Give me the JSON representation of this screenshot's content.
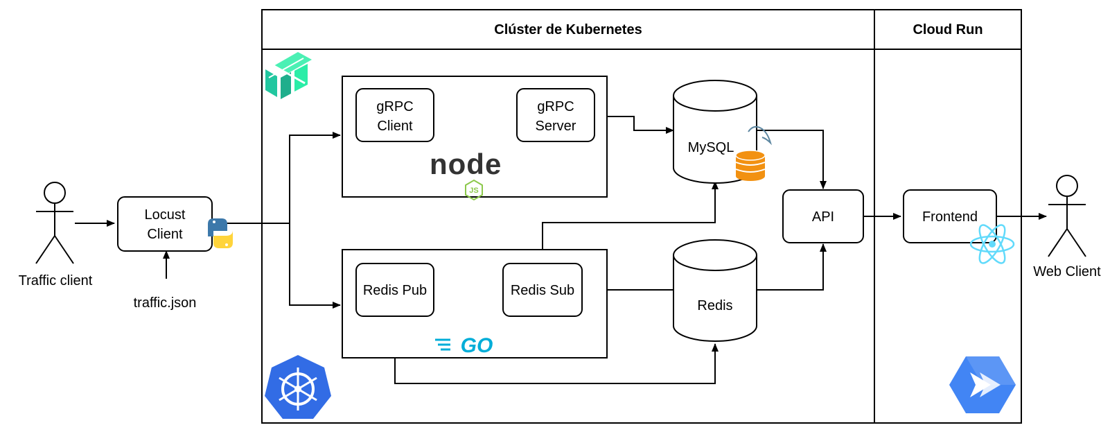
{
  "headers": {
    "kubernetes": "Clúster de Kubernetes",
    "cloud_run": "Cloud Run"
  },
  "actors": {
    "traffic_client": "Traffic client",
    "web_client": "Web Client"
  },
  "file_label": "traffic.json",
  "nodes": {
    "locust_line1": "Locust",
    "locust_line2": "Client",
    "grpc_client_line1": "gRPC",
    "grpc_client_line2": "Client",
    "grpc_server_line1": "gRPC",
    "grpc_server_line2": "Server",
    "mysql": "MySQL",
    "api": "API",
    "frontend": "Frontend",
    "redis_pub": "Redis Pub",
    "redis_sub": "Redis Sub",
    "redis": "Redis"
  },
  "logos": {
    "node": "node",
    "node_js_badge": "JS",
    "go": "GO"
  },
  "colors": {
    "python_blue": "#3c78aa",
    "python_yellow": "#ffd43b",
    "node_green": "#8cc84b",
    "node_dark": "#333333",
    "go_cyan": "#00add8",
    "mysql_orange": "#f29111",
    "mysql_blue": "#5d87a1",
    "kubernetes_blue": "#326ce5",
    "cloud_run_blue": "#4285f4",
    "react_cyan": "#61dafb",
    "linkerd_teal": "#2beda7"
  },
  "icons": [
    "person-icon",
    "python-logo-icon",
    "nodejs-logo-icon",
    "go-logo-icon",
    "mysql-logo-icon",
    "react-logo-icon",
    "kubernetes-logo-icon",
    "cloud-run-logo-icon",
    "linkerd-logo-icon"
  ]
}
